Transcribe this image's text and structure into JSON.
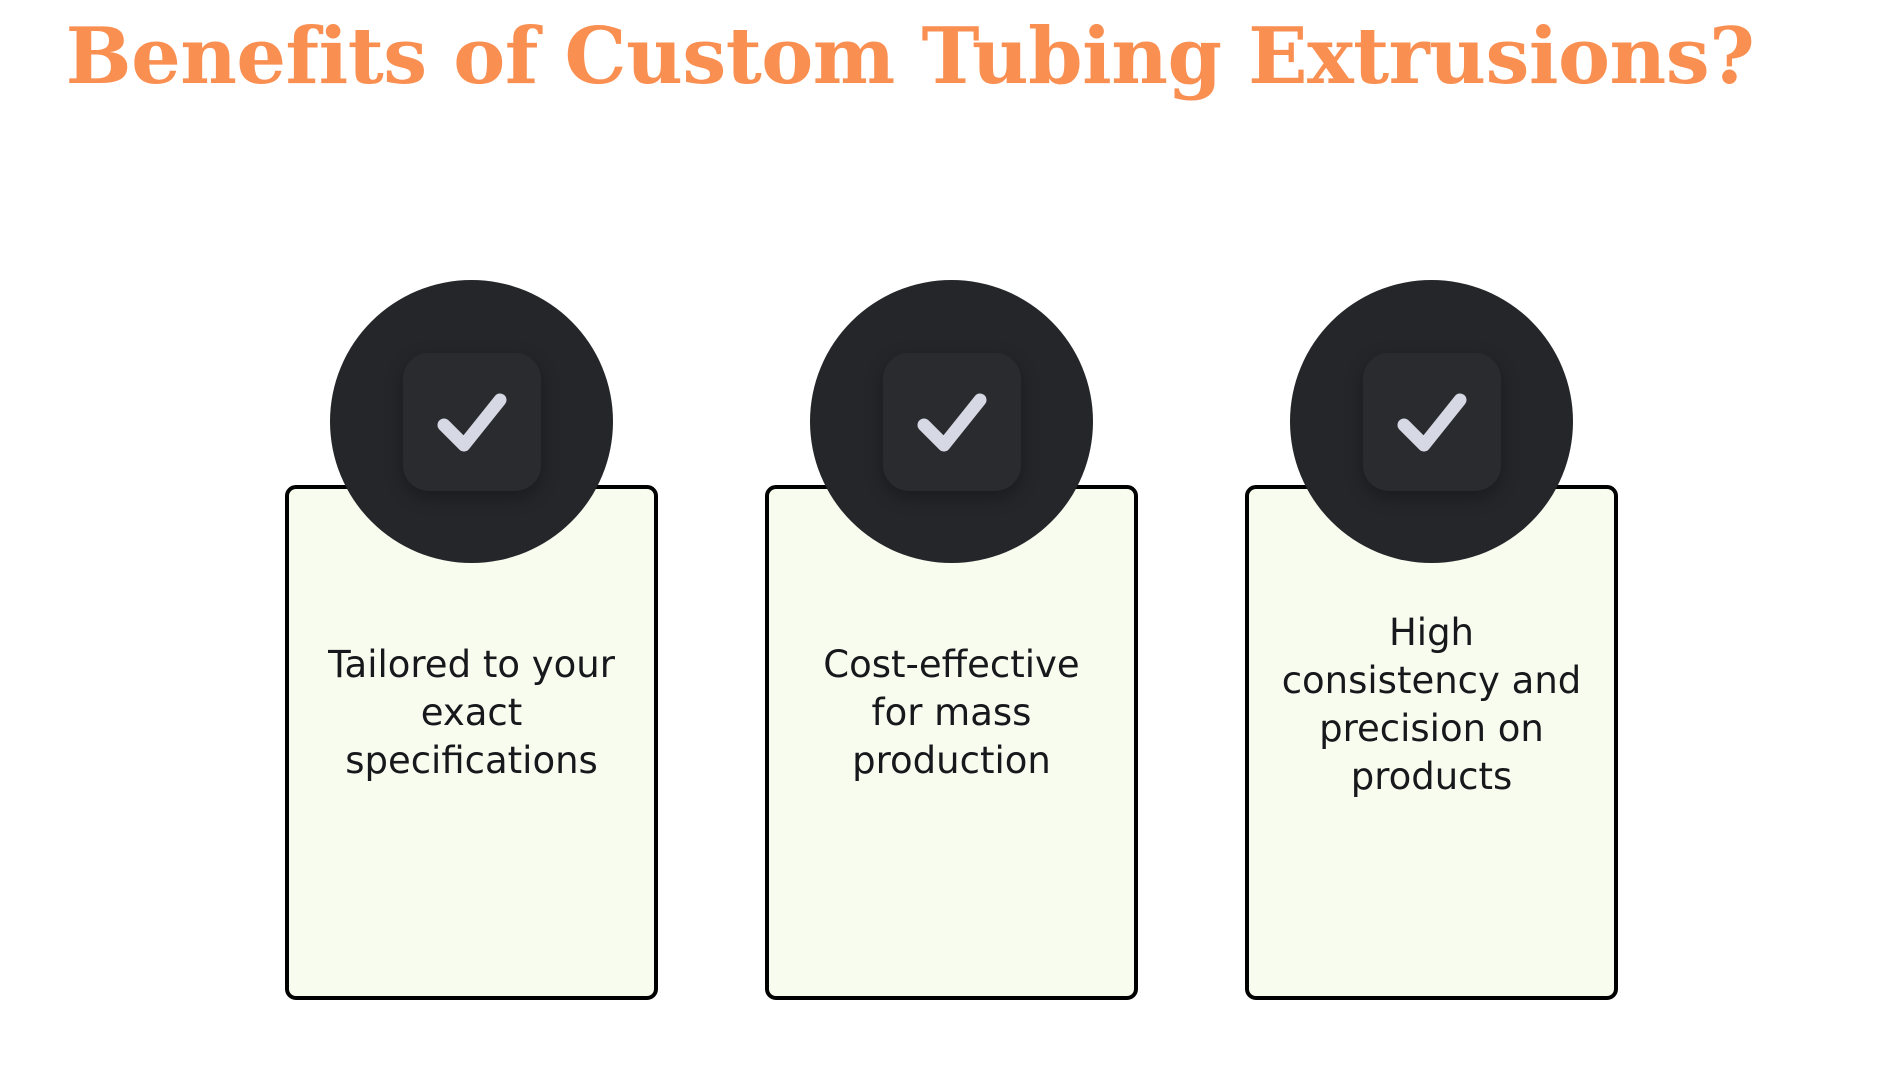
{
  "slide": {
    "background_color": "#FFFFFF",
    "title": "Benefits of Custom Tubing Extrusions?",
    "title_color": "#FA8F52"
  },
  "colors": {
    "accent_orange": "#FA8F52",
    "badge_circle": "#24262A",
    "badge_square": "#292B2F",
    "check_mark": "#D6D9E3",
    "card_background": "#F8FCEF",
    "card_border": "#000000",
    "card_text": "#16181B"
  },
  "cards": [
    {
      "id": "card-1",
      "icon": "check-icon",
      "text": "Tailored to your exact specifications"
    },
    {
      "id": "card-2",
      "icon": "check-icon",
      "text": "Cost-effective for mass production"
    },
    {
      "id": "card-3",
      "icon": "check-icon",
      "text": "High consistency and precision on products"
    }
  ]
}
